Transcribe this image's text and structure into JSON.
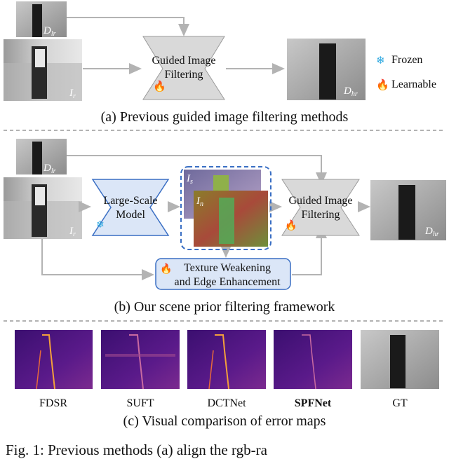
{
  "panel_a": {
    "caption": "(a) Previous guided image filtering methods",
    "module_line1": "Guided Image",
    "module_line2": "Filtering",
    "legend_frozen": "Frozen",
    "legend_learnable": "Learnable",
    "labels": {
      "d_lr": "D",
      "d_lr_sub": "lr",
      "i_r": "I",
      "i_r_sub": "r",
      "d_hr": "D",
      "d_hr_sub": "hr"
    }
  },
  "panel_b": {
    "caption": "(b) Our scene prior filtering framework",
    "model_line1": "Large-Scale",
    "model_line2": "Model",
    "texture_line1": "Texture Weakening",
    "texture_line2": "and Edge Enhancement",
    "gif_line1": "Guided Image",
    "gif_line2": "Filtering",
    "labels": {
      "i_s": "I",
      "i_s_sub": "s",
      "i_n": "I",
      "i_n_sub": "n"
    }
  },
  "panel_c": {
    "caption": "(c) Visual comparison of error maps",
    "methods": [
      "FDSR",
      "SUFT",
      "DCTNet",
      "SPFNet",
      "GT"
    ]
  },
  "figure_caption_fragment": "Fig. 1: Previous methods (a) align the rgb-ra",
  "colors": {
    "frozen": "#2aa7e0",
    "learnable": "#e8552a",
    "module_fill": "#d9d9d9",
    "blue_fill": "#dbe6f7",
    "blue_stroke": "#3a6fc4",
    "arrow": "#b3b3b3",
    "error_bg": "#3b0f70"
  }
}
